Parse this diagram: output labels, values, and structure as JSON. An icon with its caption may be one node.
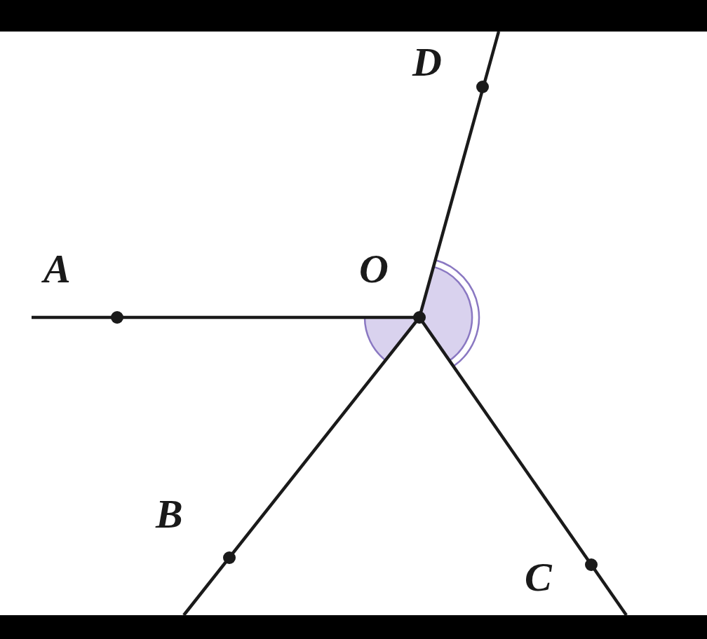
{
  "diagram": {
    "labels": [
      "D",
      "A",
      "O",
      "B",
      "C"
    ]
  }
}
